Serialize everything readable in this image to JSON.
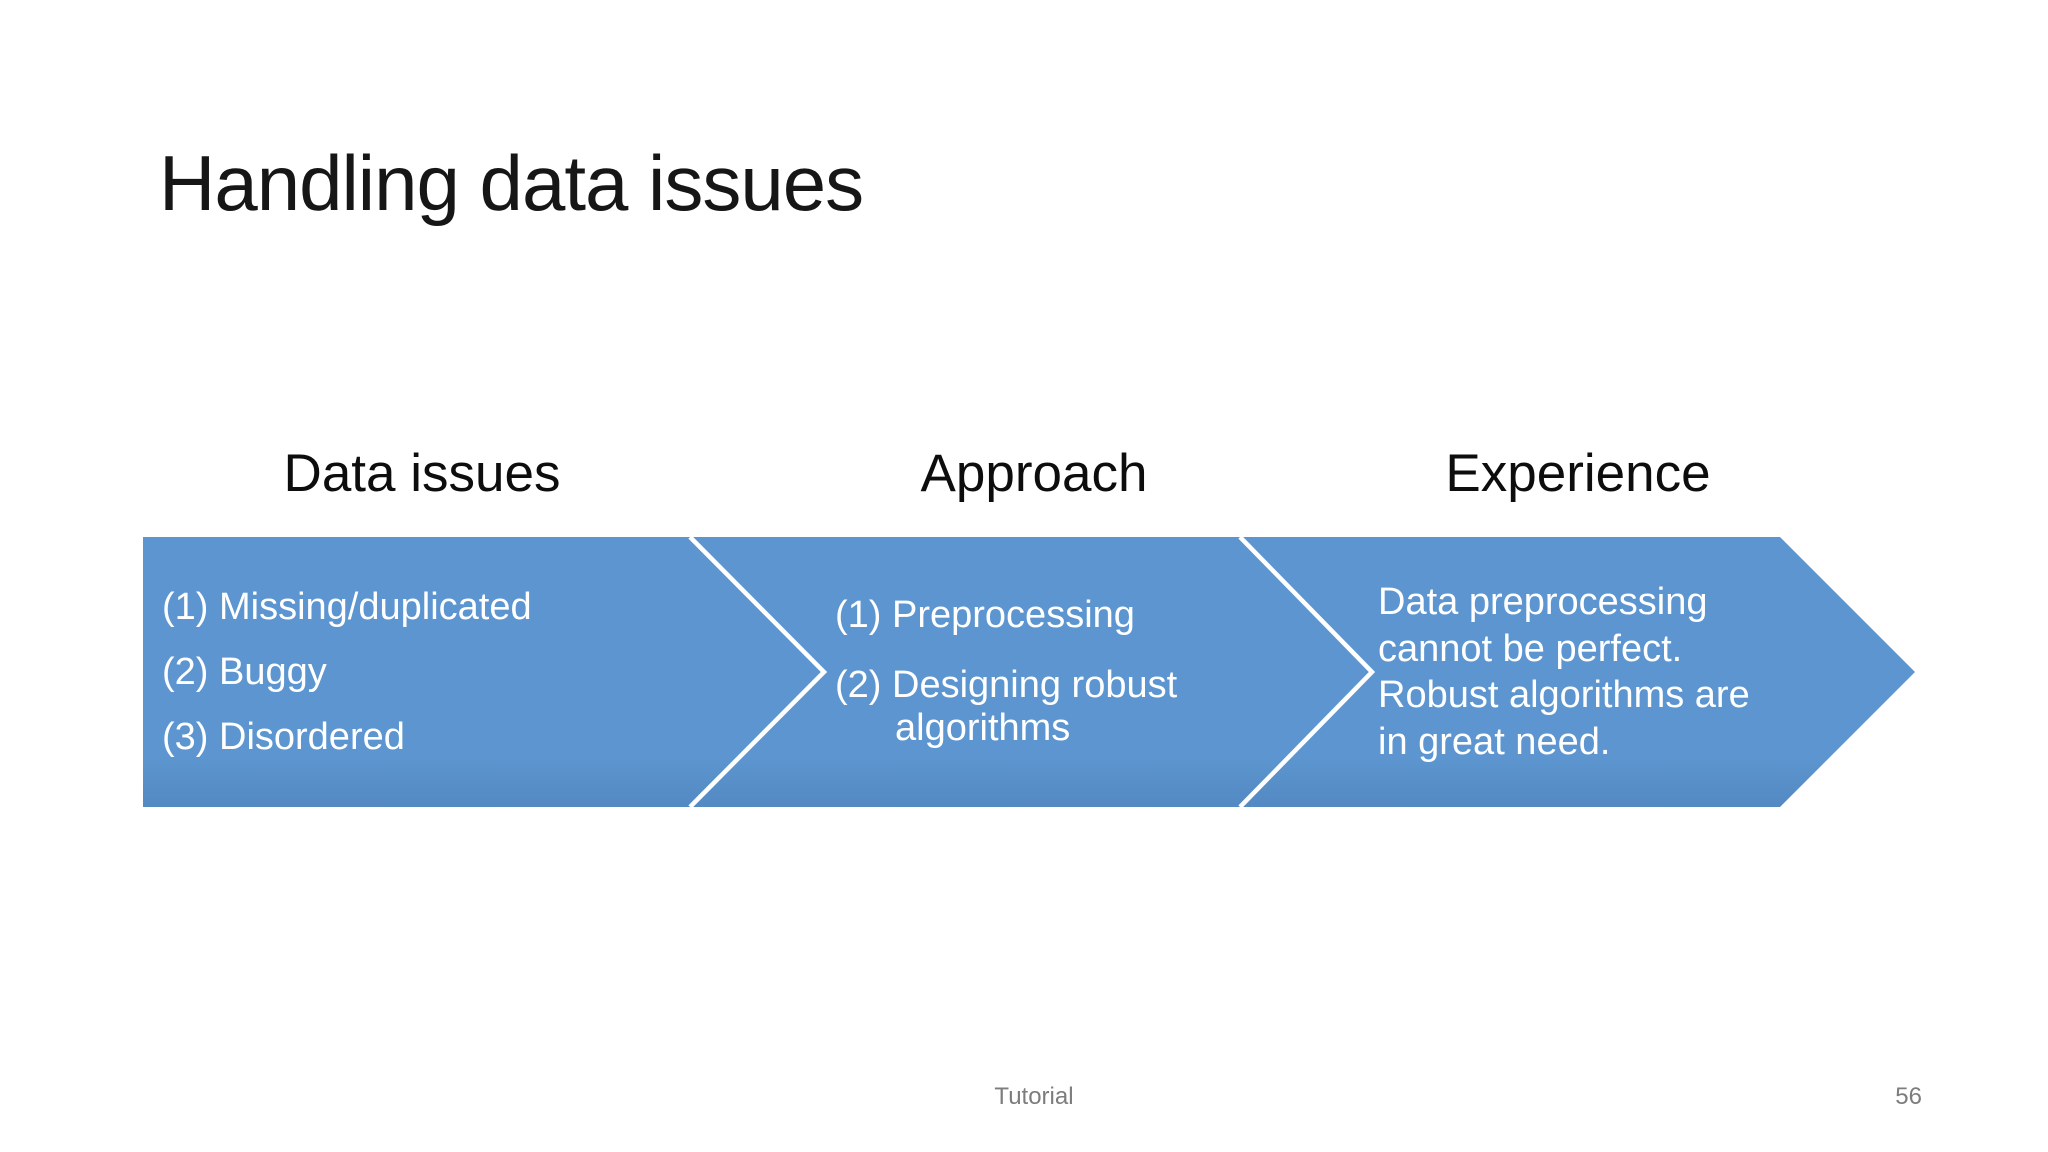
{
  "slide": {
    "title": "Handling data issues",
    "columns": [
      {
        "header": "Data issues",
        "lines": [
          "(1) Missing/duplicated",
          "(2) Buggy",
          "(3) Disordered"
        ]
      },
      {
        "header": "Approach",
        "lines": [
          "(1) Preprocessing",
          "(2) Designing robust",
          "algorithms"
        ]
      },
      {
        "header": "Experience",
        "lines": [
          "Data preprocessing",
          "cannot be perfect.",
          "Robust algorithms are",
          "in great need."
        ]
      }
    ],
    "footer": {
      "label": "Tutorial",
      "page_number": "56"
    },
    "colors": {
      "arrow_fill_top": "#5c95cf",
      "arrow_fill_bottom": "#5489c3",
      "separator": "#ffffff",
      "title_text": "#161616",
      "header_text": "#0d0d0d",
      "band_text": "#ffffff",
      "footer_text": "#7d7d7d",
      "background": "#ffffff"
    }
  }
}
